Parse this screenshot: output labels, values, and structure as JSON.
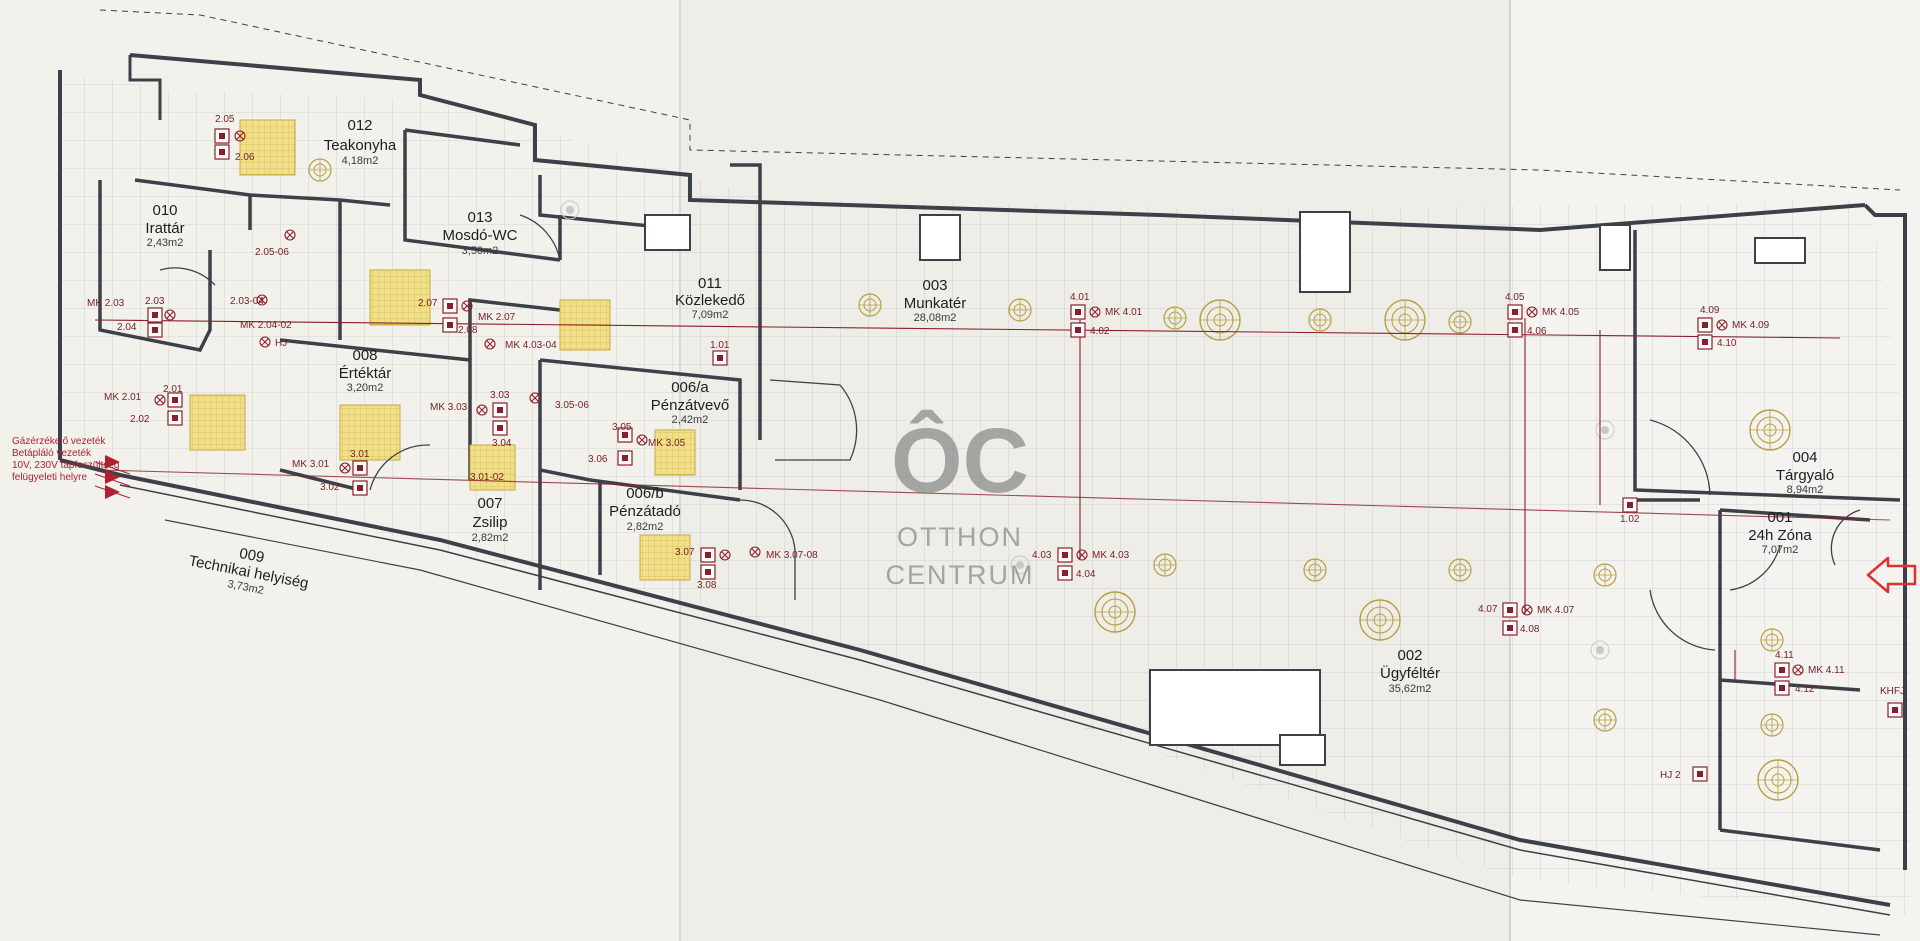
{
  "colors": {
    "paper": "#efeee9",
    "wall": "#3c4048",
    "grid": "#b8bcc3",
    "tile": "#f1e08a",
    "symbol": "#8a1f2a",
    "arrow": "#e03030",
    "watermark": "#8c8c8c"
  },
  "rooms": [
    {
      "num": "012",
      "name": "Teakonyha",
      "area": "4,18m2"
    },
    {
      "num": "013",
      "name": "Mosdó-WC",
      "area": "3,50m2"
    },
    {
      "num": "010",
      "name": "Irattár",
      "area": "2,43m2"
    },
    {
      "num": "011",
      "name": "Közlekedő",
      "area": "7,09m2"
    },
    {
      "num": "003",
      "name": "Munkatér",
      "area": "28,08m2"
    },
    {
      "num": "008",
      "name": "Értéktár",
      "area": "3,20m2"
    },
    {
      "num": "006/a",
      "name": "Pénzátvevő",
      "area": "2,42m2"
    },
    {
      "num": "006/b",
      "name": "Pénzátadó",
      "area": "2,82m2"
    },
    {
      "num": "007",
      "name": "Zsilip",
      "area": "2,82m2"
    },
    {
      "num": "009",
      "name": "Technikai helyiség",
      "area": "3,73m2"
    },
    {
      "num": "002",
      "name": "Ügyféltér",
      "area": "35,62m2"
    },
    {
      "num": "004",
      "name": "Tárgyaló",
      "area": "8,94m2"
    },
    {
      "num": "001",
      "name": "24h Zóna",
      "area": "7,07m2"
    }
  ],
  "symbols": [
    "2.05",
    "2.06",
    "2.03",
    "2.04",
    "MK 2.03",
    "2.05-06",
    "2.03-04",
    "MK 2.04-02",
    "HJ",
    "2.07",
    "MK 2.07",
    "2.08",
    "MK 4.03-04",
    "2.01",
    "MK 2.01",
    "2.02",
    "3.01",
    "MK 3.01",
    "3.02",
    "3.03",
    "MK 3.03",
    "3.04",
    "3.05-06",
    "3.01-02",
    "3.05",
    "MK 3.05",
    "3.06",
    "3.07",
    "MK 3.07-08",
    "3.08",
    "1.01",
    "4.01",
    "MK 4.01",
    "4.02",
    "4.03",
    "MK 4.03",
    "4.04",
    "4.05",
    "MK 4.05",
    "4.06",
    "4.07",
    "MK 4.07",
    "4.08",
    "4.09",
    "MK 4.09",
    "4.10",
    "4.11",
    "MK 4.11",
    "4.12",
    "1.02",
    "KHFJ",
    "HJ 2"
  ],
  "legend": [
    "Gázérzékelő vezeték",
    "Betápláló vezeték",
    "10V, 230V tápfeszültség",
    "felügyeleti helyre"
  ],
  "watermark": {
    "monogram": "ÔC",
    "line1": "OTTHON",
    "line2": "CENTRUM"
  },
  "entrance_arrow": "arrow-left"
}
